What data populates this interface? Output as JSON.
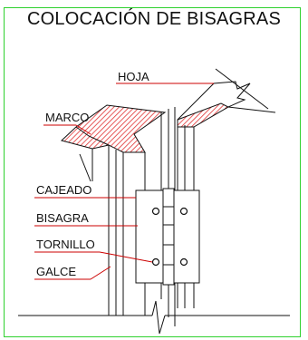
{
  "title": "COLOCACIÓN DE BISAGRAS",
  "labels": {
    "hoja": "HOJA",
    "marco": "MARCO",
    "cajeado": "CAJEADO",
    "bisagra": "BISAGRA",
    "tornillo": "TORNILLO",
    "galce": "GALCE"
  },
  "colors": {
    "frame_border": "#2fd12f",
    "leader": "#cc0000",
    "hatch": "#e03030",
    "line": "#111111"
  }
}
